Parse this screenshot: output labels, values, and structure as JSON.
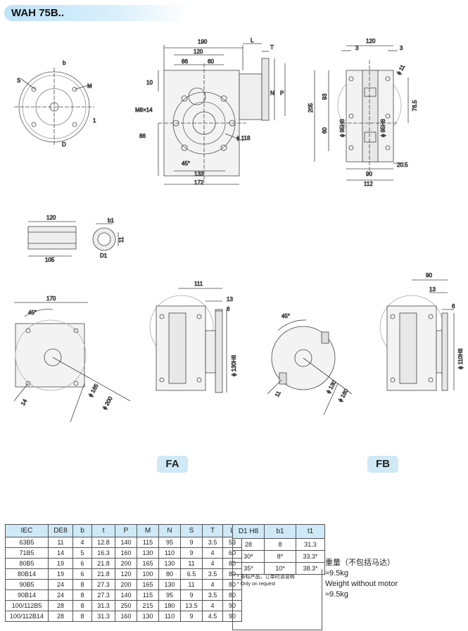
{
  "title": "WAH 75B..",
  "views": {
    "fa": "FA",
    "fb": "FB"
  },
  "dims": {
    "front": {
      "w190": "190",
      "w120": "120",
      "w86": "86",
      "w60": "60",
      "L": "L",
      "T": "T",
      "N": "N",
      "P": "P",
      "h10": "10",
      "m8": "M8×14",
      "h86": "86",
      "d118": "ϕ 118",
      "a45": "45°",
      "w133": "133",
      "w172": "172"
    },
    "flange": {
      "b": "b",
      "S": "S",
      "M": "M",
      "D": "D",
      "one": "1"
    },
    "side": {
      "w120": "120",
      "w3a": "3",
      "w3b": "3",
      "d11": "ϕ 11",
      "h205": "205",
      "h93": "93",
      "h60": "60",
      "d95a": "ϕ 95H8",
      "d95b": "ϕ 95H8",
      "h76": "76.5",
      "w90": "90",
      "w20": "20.5",
      "w112": "112"
    },
    "shaft": {
      "w120": "120",
      "w105": "105",
      "b1": "b1",
      "t1": "11",
      "D1": "D1"
    },
    "fa": {
      "w170": "170",
      "a45": "45°",
      "d165": "ϕ 165",
      "d200": "ϕ 200",
      "h14": "14",
      "w111": "111",
      "w13": "13",
      "w6": "6",
      "d130": "ϕ 130H8"
    },
    "fb": {
      "a45": "45°",
      "d130": "ϕ 130",
      "d160": "ϕ 160",
      "h11": "11",
      "w90": "90",
      "w13": "13",
      "w6": "6",
      "d110": "ϕ 110H8"
    }
  },
  "table": {
    "headers": [
      "IEC",
      "DE8",
      "b",
      "t",
      "P",
      "M",
      "N",
      "S",
      "T",
      "L"
    ],
    "rows": [
      [
        "63B5",
        "11",
        "4",
        "12.8",
        "140",
        "115",
        "95",
        "9",
        "3.5",
        "53"
      ],
      [
        "71B5",
        "14",
        "5",
        "16.3",
        "160",
        "130",
        "110",
        "9",
        "4",
        "60"
      ],
      [
        "80B5",
        "19",
        "6",
        "21.8",
        "200",
        "165",
        "130",
        "11",
        "4",
        "80"
      ],
      [
        "80B14",
        "19",
        "6",
        "21.8",
        "120",
        "100",
        "80",
        "6.5",
        "3.5",
        "80"
      ],
      [
        "90B5",
        "24",
        "8",
        "27.3",
        "200",
        "165",
        "130",
        "11",
        "4",
        "80"
      ],
      [
        "90B14",
        "24",
        "8",
        "27.3",
        "140",
        "115",
        "95",
        "9",
        "3.5",
        "80"
      ],
      [
        "100/112B5",
        "28",
        "8",
        "31.3",
        "250",
        "215",
        "180",
        "13.5",
        "4",
        "90"
      ],
      [
        "100/112B14",
        "28",
        "8",
        "31.3",
        "160",
        "130",
        "110",
        "9",
        "4.5",
        "90"
      ]
    ]
  },
  "side_table": {
    "headers": [
      "D1 H8",
      "b1",
      "t1"
    ],
    "rows": [
      [
        "28",
        "8",
        "31.3"
      ],
      [
        "30*",
        "8*",
        "33.3*"
      ],
      [
        "35*",
        "10*",
        "38.3*"
      ]
    ]
  },
  "notes": [
    "* 非标产品，订单时请说明",
    "* Only on request"
  ],
  "weight": {
    "cn_label": "重量（不包括马达）",
    "cn_value": "≈9.5kg",
    "en_label": "Weight without motor",
    "en_value": "≈9.5kg"
  }
}
